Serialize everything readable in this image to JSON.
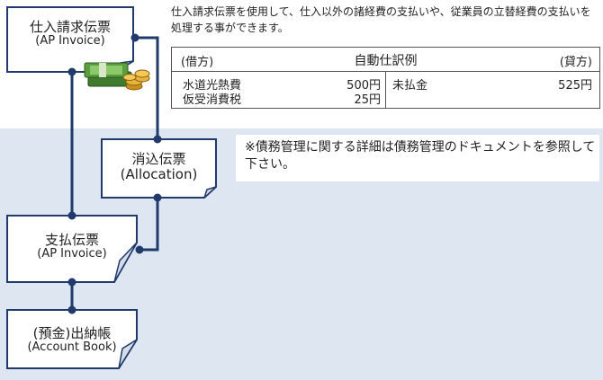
{
  "docs": {
    "ap_invoice": {
      "title": "仕入請求伝票",
      "subtitle": "(AP Invoice)"
    },
    "allocation": {
      "title": "消込伝票",
      "subtitle": "(Allocation)"
    },
    "payment": {
      "title": "支払伝票",
      "subtitle": "(AP Invoice)"
    },
    "account_book": {
      "title": "(預金)出納帳",
      "subtitle": "(Account Book)"
    }
  },
  "description": "仕入請求伝票を使用して、仕入以外の諸経費の支払いや、従業員の立替経費の支払いを処理する事ができます。",
  "journal": {
    "debit_header": "(借方)",
    "title": "自動仕訳例",
    "credit_header": "(貸方)",
    "debit_rows": [
      {
        "account": "水道光熱費",
        "amount": "500円"
      },
      {
        "account": "仮受消費税",
        "amount": "25円"
      }
    ],
    "credit_rows": [
      {
        "account": "未払金",
        "amount": "525円"
      }
    ]
  },
  "note": "※債務管理に関する詳細は債務管理のドキュメントを参照して下さい。",
  "icons": {
    "invoice_decoration": "money-stack-icon"
  },
  "colors": {
    "connector": "#1f3a6b",
    "box_border": "#1f3a6b",
    "band": "#dde6f1"
  }
}
